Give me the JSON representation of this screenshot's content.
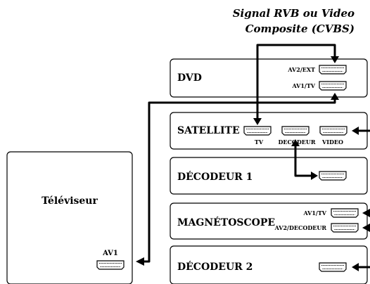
{
  "caption": {
    "line1": "Signal RVB ou Video",
    "line2": "Composite (CVBS)"
  },
  "devices": {
    "dvd": {
      "name": "DVD",
      "port_upper": "AV2/EXT",
      "port_lower": "AV1/TV"
    },
    "satellite": {
      "name": "SATELLITE",
      "port_tv": "TV",
      "port_decoder": "DECODEUR",
      "port_video": "VIDEO"
    },
    "decoder1": {
      "name": "DÉCODEUR 1"
    },
    "vcr": {
      "name": "MAGNÉTOSCOPE",
      "port_upper": "AV1/TV",
      "port_lower": "AV2/DECODEUR"
    },
    "decoder2": {
      "name": "DÉCODEUR 2"
    },
    "tv": {
      "name": "Téléviseur",
      "port": "AV1"
    }
  },
  "icons": {
    "connector": "scart-connector-icon",
    "arrow": "arrow-head-icon"
  }
}
